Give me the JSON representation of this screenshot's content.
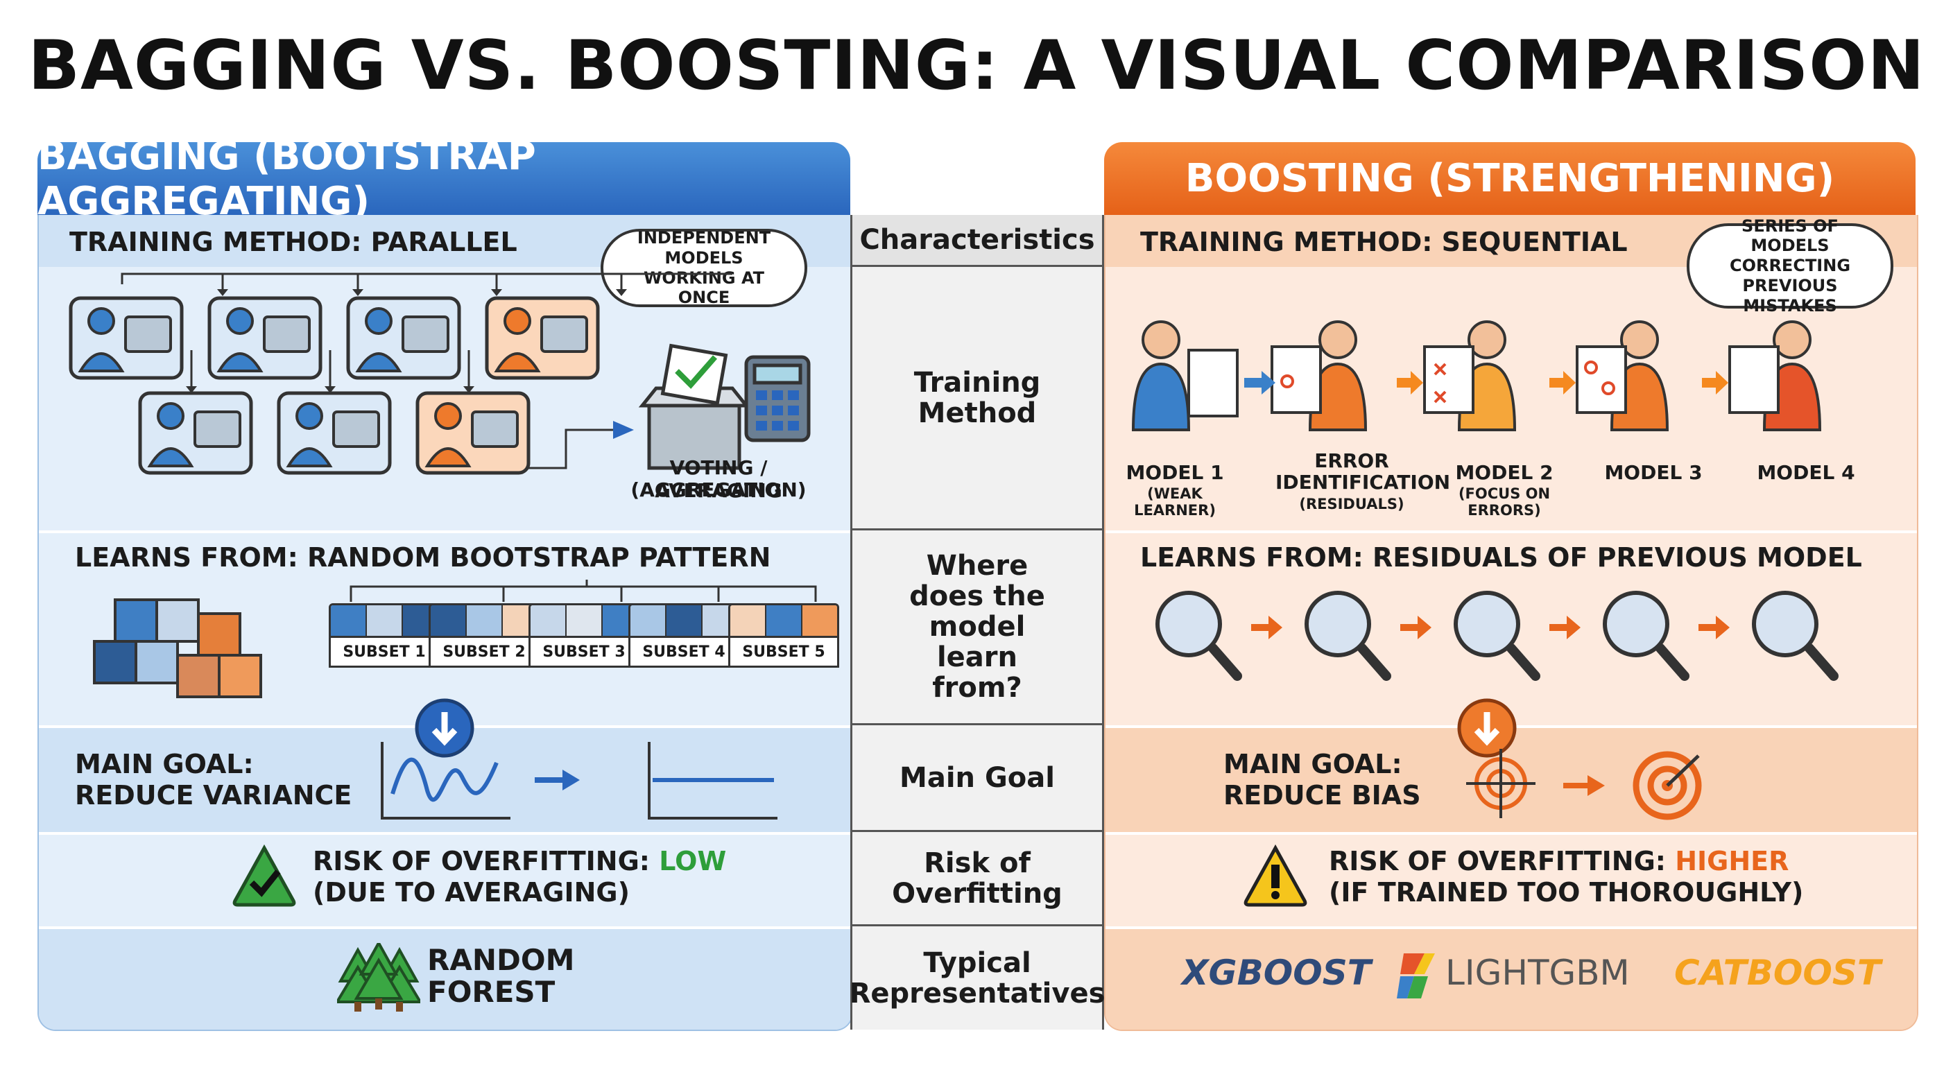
{
  "title": "BAGGING VS. BOOSTING: A VISUAL COMPARISON",
  "bagging": {
    "header": "BAGGING (BOOTSTRAP AGGREGATING)",
    "training_method": "TRAINING METHOD: PARALLEL",
    "thought": "INDEPENDENT MODELS WORKING AT ONCE",
    "aggregation_label_1": "VOTING / AVERAGING",
    "aggregation_label_2": "(AGGREGATION)",
    "learns_from": "LEARNS FROM: RANDOM BOOTSTRAP PATTERN",
    "subsets": [
      "SUBSET 1",
      "SUBSET 2",
      "SUBSET 3",
      "SUBSET 4",
      "SUBSET 5"
    ],
    "main_goal_1": "MAIN GOAL:",
    "main_goal_2": "REDUCE VARIANCE",
    "risk_prefix": "RISK OF OVERFITTING: ",
    "risk_level": "LOW",
    "risk_note": "(DUE TO AVERAGING)",
    "representative_1": "RANDOM",
    "representative_2": "FOREST"
  },
  "characteristics": {
    "header": "Characteristics",
    "training": "Training Method",
    "learn": "Where does the model learn from?",
    "goal": "Main Goal",
    "risk": "Risk of Overfitting",
    "typical": "Typical Representatives"
  },
  "boosting": {
    "header": "BOOSTING (STRENGTHENING)",
    "training_method": "TRAINING METHOD: SEQUENTIAL",
    "thought": "SERIES OF MODELS CORRECTING PREVIOUS MISTAKES",
    "models": [
      {
        "name": "MODEL 1",
        "sub": "(WEAK LEARNER)"
      },
      {
        "name": "ERROR IDENTIFICATION",
        "sub": "(RESIDUALS)"
      },
      {
        "name": "MODEL 2",
        "sub": "(FOCUS ON ERRORS)"
      },
      {
        "name": "MODEL 3",
        "sub": ""
      },
      {
        "name": "MODEL 4",
        "sub": ""
      }
    ],
    "learns_from": "LEARNS FROM: RESIDUALS OF PREVIOUS MODEL",
    "main_goal_1": "MAIN GOAL:",
    "main_goal_2": "REDUCE BIAS",
    "risk_prefix": "RISK OF OVERFITTING: ",
    "risk_level": "HIGHER",
    "risk_note": "(IF TRAINED TOO THOROUGHLY)",
    "representatives": [
      "XGBOOST",
      "LIGHTGBM",
      "CATBOOST"
    ]
  },
  "colors": {
    "bagging_accent": "#2a66bd",
    "boosting_accent": "#e56118",
    "risk_low": "#2e9e3a",
    "risk_high": "#e8651c"
  }
}
